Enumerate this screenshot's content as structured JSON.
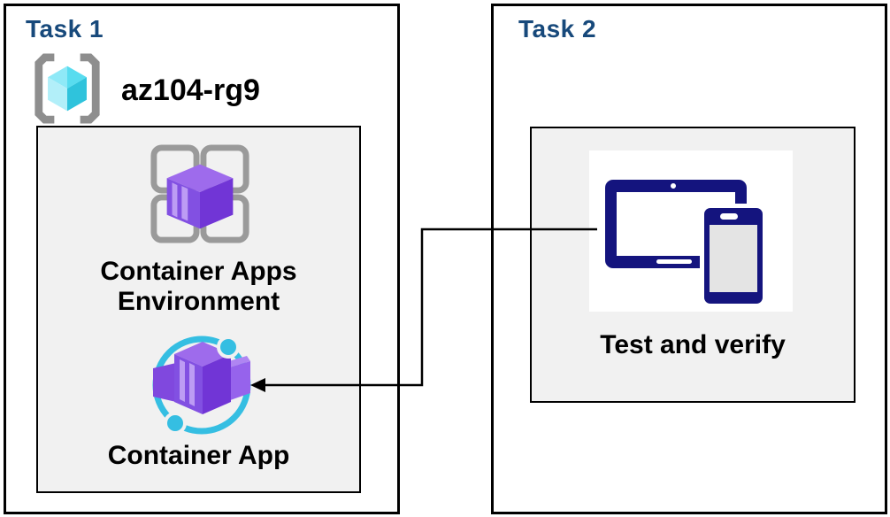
{
  "diagram": {
    "task1": {
      "title": "Task 1",
      "resource_group_name": "az104-rg9",
      "environment_label": "Container Apps Environment",
      "app_label": "Container App"
    },
    "task2": {
      "title": "Task 2",
      "test_label": "Test and verify"
    },
    "connector": {
      "from": "devices-icon",
      "to": "container-app-icon",
      "shape": "elbow-arrow-left"
    },
    "icons": [
      "resource-group-icon",
      "container-apps-environment-icon",
      "container-app-icon",
      "devices-icon"
    ],
    "colors": {
      "task_title_blue": "#17497B",
      "panel_gray": "#F1F1F1",
      "border_black": "#000000",
      "bracket_gray": "#8E8E8E",
      "grid_gray": "#9A9A9A",
      "cube_cyan_top_left": "#8FE9F7",
      "cube_cyan_top_right": "#58DCEF",
      "cube_cyan_left": "#B2EFF9",
      "cube_cyan_right": "#2FC3DC",
      "purple_top": "#9E6BEC",
      "purple_front": "#8250E2",
      "purple_right": "#7135D6",
      "purple_stripe": "#BD9CF4",
      "cyan_accent": "#35BEE2",
      "device_navy": "#14147E",
      "device_screen_gray": "#E4E4E4"
    }
  }
}
